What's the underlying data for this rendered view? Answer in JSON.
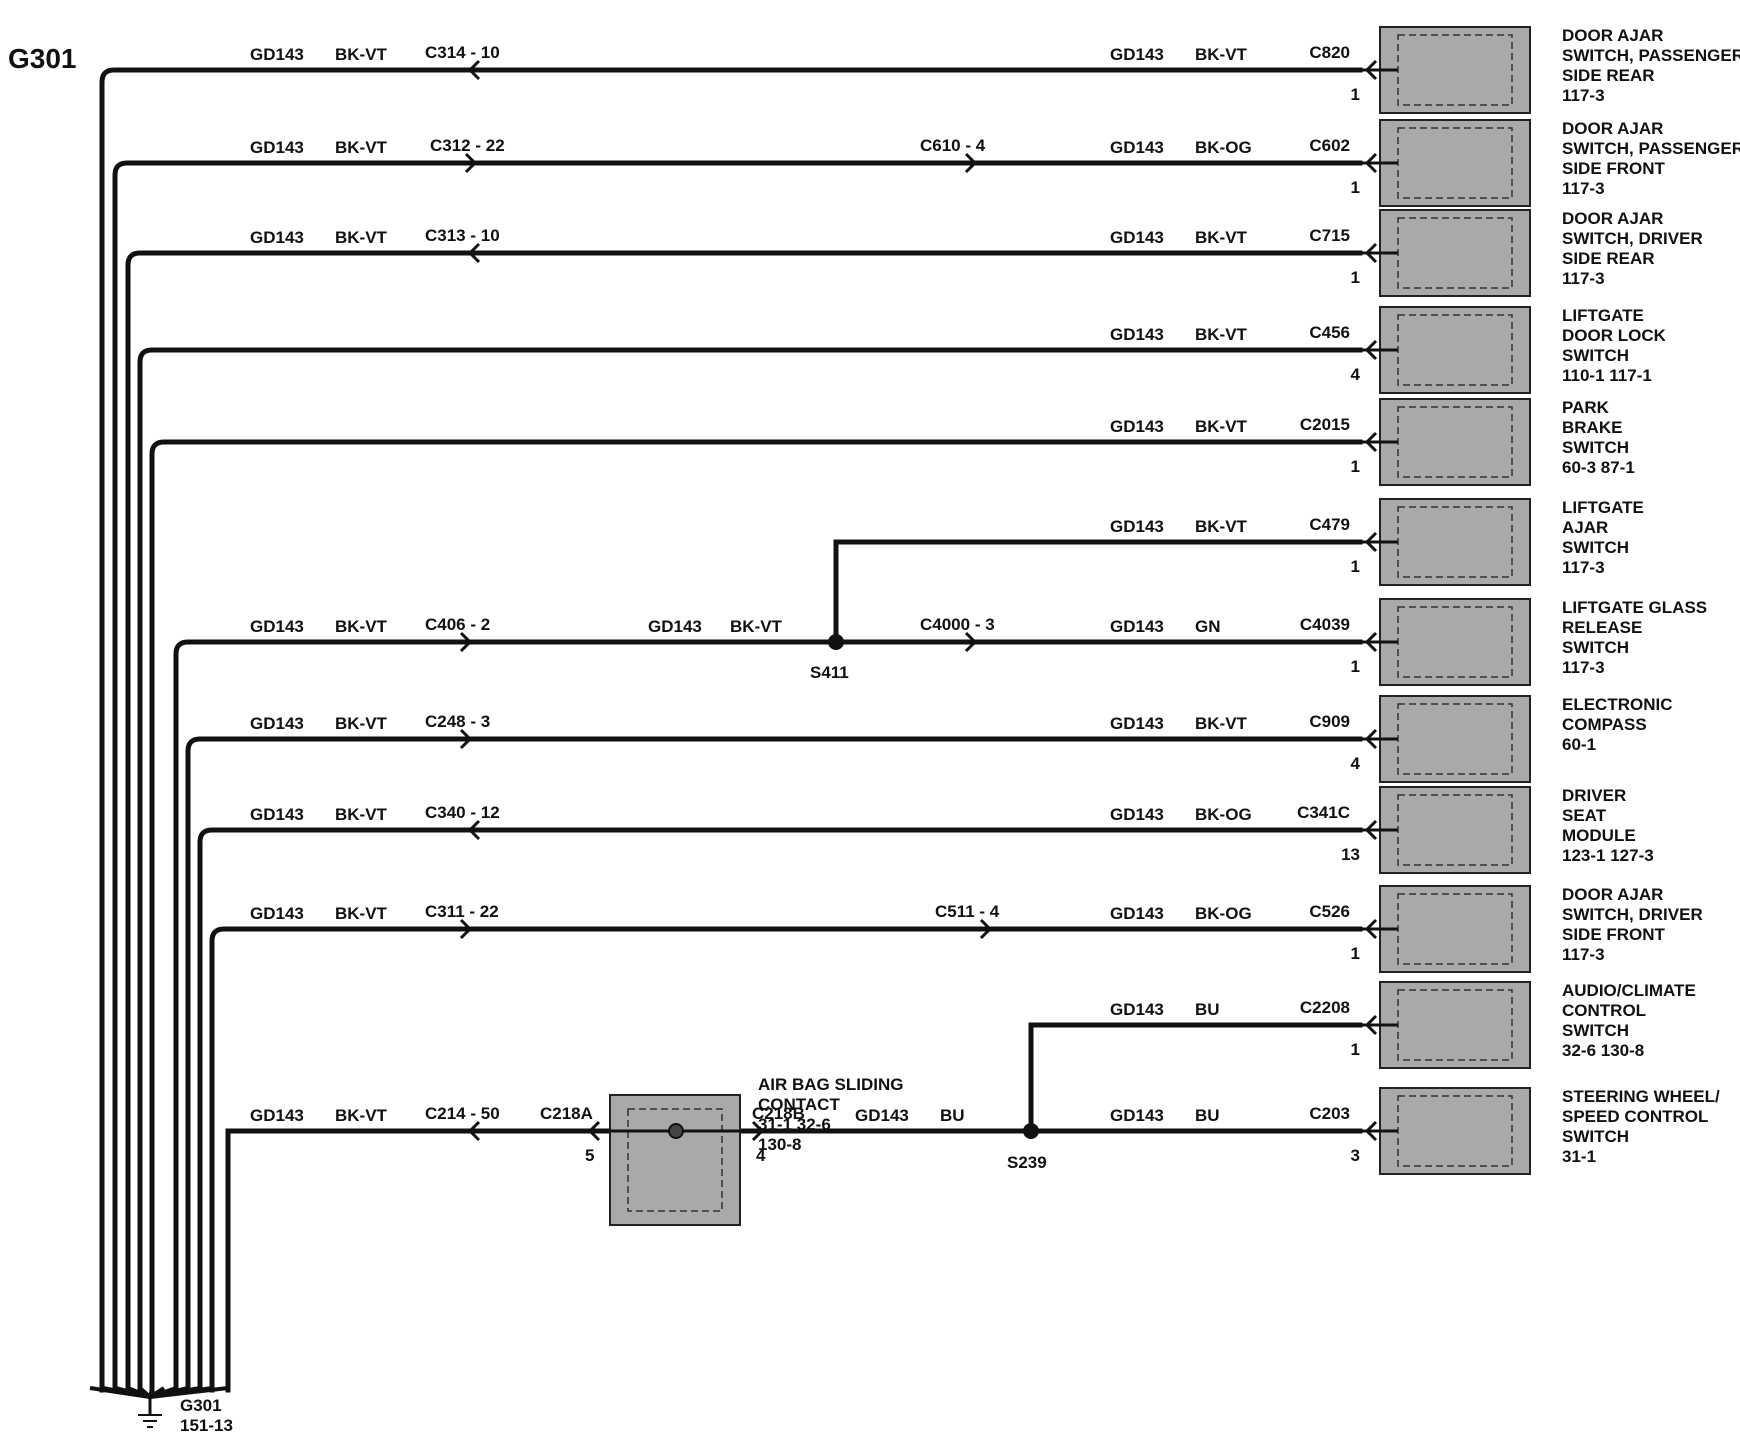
{
  "title": "G301",
  "ground": {
    "id": "G301",
    "ref": "151-13"
  },
  "circuits": [
    {
      "wire1": {
        "circuit": "GD143",
        "color": "BK-VT"
      },
      "inline1": {
        "connector": "C314",
        "pin": "10"
      },
      "wire2": {
        "circuit": "GD143",
        "color": "BK-VT"
      },
      "end": {
        "connector": "C820",
        "pin": "1"
      },
      "component": [
        "DOOR AJAR",
        "SWITCH, PASSENGER",
        "SIDE REAR",
        "117-3"
      ]
    },
    {
      "wire1": {
        "circuit": "GD143",
        "color": "BK-VT"
      },
      "inline1": {
        "connector": "C312",
        "pin": "22"
      },
      "inline2": {
        "connector": "C610",
        "pin": "4"
      },
      "wire2": {
        "circuit": "GD143",
        "color": "BK-OG"
      },
      "end": {
        "connector": "C602",
        "pin": "1"
      },
      "component": [
        "DOOR AJAR",
        "SWITCH, PASSENGER",
        "SIDE FRONT",
        "117-3"
      ]
    },
    {
      "wire1": {
        "circuit": "GD143",
        "color": "BK-VT"
      },
      "inline1": {
        "connector": "C313",
        "pin": "10"
      },
      "wire2": {
        "circuit": "GD143",
        "color": "BK-VT"
      },
      "end": {
        "connector": "C715",
        "pin": "1"
      },
      "component": [
        "DOOR AJAR",
        "SWITCH, DRIVER",
        "SIDE REAR",
        "117-3"
      ]
    },
    {
      "wire2": {
        "circuit": "GD143",
        "color": "BK-VT"
      },
      "end": {
        "connector": "C456",
        "pin": "4"
      },
      "component": [
        "LIFTGATE",
        "DOOR LOCK",
        "SWITCH",
        "110-1      117-1"
      ]
    },
    {
      "wire2": {
        "circuit": "GD143",
        "color": "BK-VT"
      },
      "end": {
        "connector": "C2015",
        "pin": "1"
      },
      "component": [
        "PARK",
        "BRAKE",
        "SWITCH",
        "60-3     87-1"
      ]
    },
    {
      "wire2": {
        "circuit": "GD143",
        "color": "BK-VT"
      },
      "end": {
        "connector": "C479",
        "pin": "1"
      },
      "component": [
        "LIFTGATE",
        "AJAR",
        "SWITCH",
        "117-3"
      ]
    },
    {
      "wire1": {
        "circuit": "GD143",
        "color": "BK-VT"
      },
      "inline1": {
        "connector": "C406",
        "pin": "2"
      },
      "wire_mid": {
        "circuit": "GD143",
        "color": "BK-VT"
      },
      "splice": "S411",
      "inline2": {
        "connector": "C4000",
        "pin": "3"
      },
      "wire2": {
        "circuit": "GD143",
        "color": "GN"
      },
      "end": {
        "connector": "C4039",
        "pin": "1"
      },
      "component": [
        "LIFTGATE GLASS",
        "RELEASE",
        "SWITCH",
        "117-3"
      ]
    },
    {
      "wire1": {
        "circuit": "GD143",
        "color": "BK-VT"
      },
      "inline1": {
        "connector": "C248",
        "pin": "3"
      },
      "wire2": {
        "circuit": "GD143",
        "color": "BK-VT"
      },
      "end": {
        "connector": "C909",
        "pin": "4"
      },
      "component": [
        "ELECTRONIC",
        "COMPASS",
        "60-1"
      ]
    },
    {
      "wire1": {
        "circuit": "GD143",
        "color": "BK-VT"
      },
      "inline1": {
        "connector": "C340",
        "pin": "12"
      },
      "wire2": {
        "circuit": "GD143",
        "color": "BK-OG"
      },
      "end": {
        "connector": "C341C",
        "pin": "13"
      },
      "component": [
        "DRIVER",
        "SEAT",
        "MODULE",
        "123-1      127-3"
      ]
    },
    {
      "wire1": {
        "circuit": "GD143",
        "color": "BK-VT"
      },
      "inline1": {
        "connector": "C311",
        "pin": "22"
      },
      "inline2": {
        "connector": "C511",
        "pin": "4"
      },
      "wire2": {
        "circuit": "GD143",
        "color": "BK-OG"
      },
      "end": {
        "connector": "C526",
        "pin": "1"
      },
      "component": [
        "DOOR AJAR",
        "SWITCH, DRIVER",
        "SIDE FRONT",
        "117-3"
      ]
    },
    {
      "wire2": {
        "circuit": "GD143",
        "color": "BU"
      },
      "end": {
        "connector": "C2208",
        "pin": "1"
      },
      "component": [
        "AUDIO/CLIMATE",
        "CONTROL",
        "SWITCH",
        "32-6      130-8"
      ]
    },
    {
      "wire1": {
        "circuit": "GD143",
        "color": "BK-VT"
      },
      "inline1": {
        "connector": "C214",
        "pin": "50"
      },
      "airbag": {
        "connA": "C218A",
        "pinA": "5",
        "connB": "C218B",
        "pinB": "4",
        "label": [
          "AIR BAG  SLIDING",
          "CONTACT",
          "31-1     32-6",
          "130-8"
        ]
      },
      "wire_mid": {
        "circuit": "GD143",
        "color": "BU"
      },
      "splice": "S239",
      "wire2": {
        "circuit": "GD143",
        "color": "BU"
      },
      "end": {
        "connector": "C203",
        "pin": "3"
      },
      "component": [
        "STEERING WHEEL/",
        "SPEED CONTROL",
        "SWITCH",
        "31-1"
      ]
    }
  ]
}
